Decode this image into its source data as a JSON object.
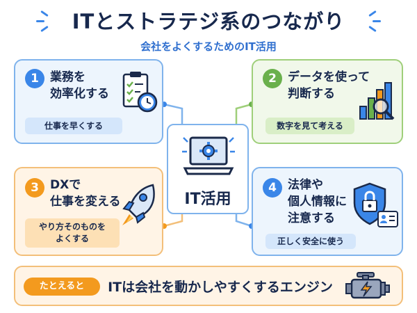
{
  "header": {
    "title": "ITとストラテジ系のつながり",
    "subtitle": "会社をよくするためのIT活用"
  },
  "center": {
    "label": "IT活用",
    "icon": "laptop-gear-icon"
  },
  "cards": [
    {
      "number": "1",
      "heading_line1": "業務を",
      "heading_line2": "効率化する",
      "pill": "仕事を早くする",
      "icon": "checklist-clock-icon",
      "color": "#3a86e8"
    },
    {
      "number": "2",
      "heading_line1": "データを使って",
      "heading_line2": "判断する",
      "pill": "数字を見て考える",
      "icon": "bar-chart-magnifier-icon",
      "color": "#6ab04c"
    },
    {
      "number": "3",
      "heading_line1": "DXで",
      "heading_line2": "仕事を変える",
      "pill_line1": "やり方そのものを",
      "pill_line2": "よくする",
      "icon": "rocket-icon",
      "color": "#f39a1e"
    },
    {
      "number": "4",
      "heading_line1": "法律や",
      "heading_line2": "個人情報に",
      "heading_line3": "注意する",
      "pill": "正しく安全に使う",
      "icon": "shield-lock-icon",
      "color": "#3a86e8"
    }
  ],
  "bottom": {
    "badge": "たとえると",
    "text": "ITは会社を動かしやすくするエンジン",
    "icon": "engine-icon"
  }
}
